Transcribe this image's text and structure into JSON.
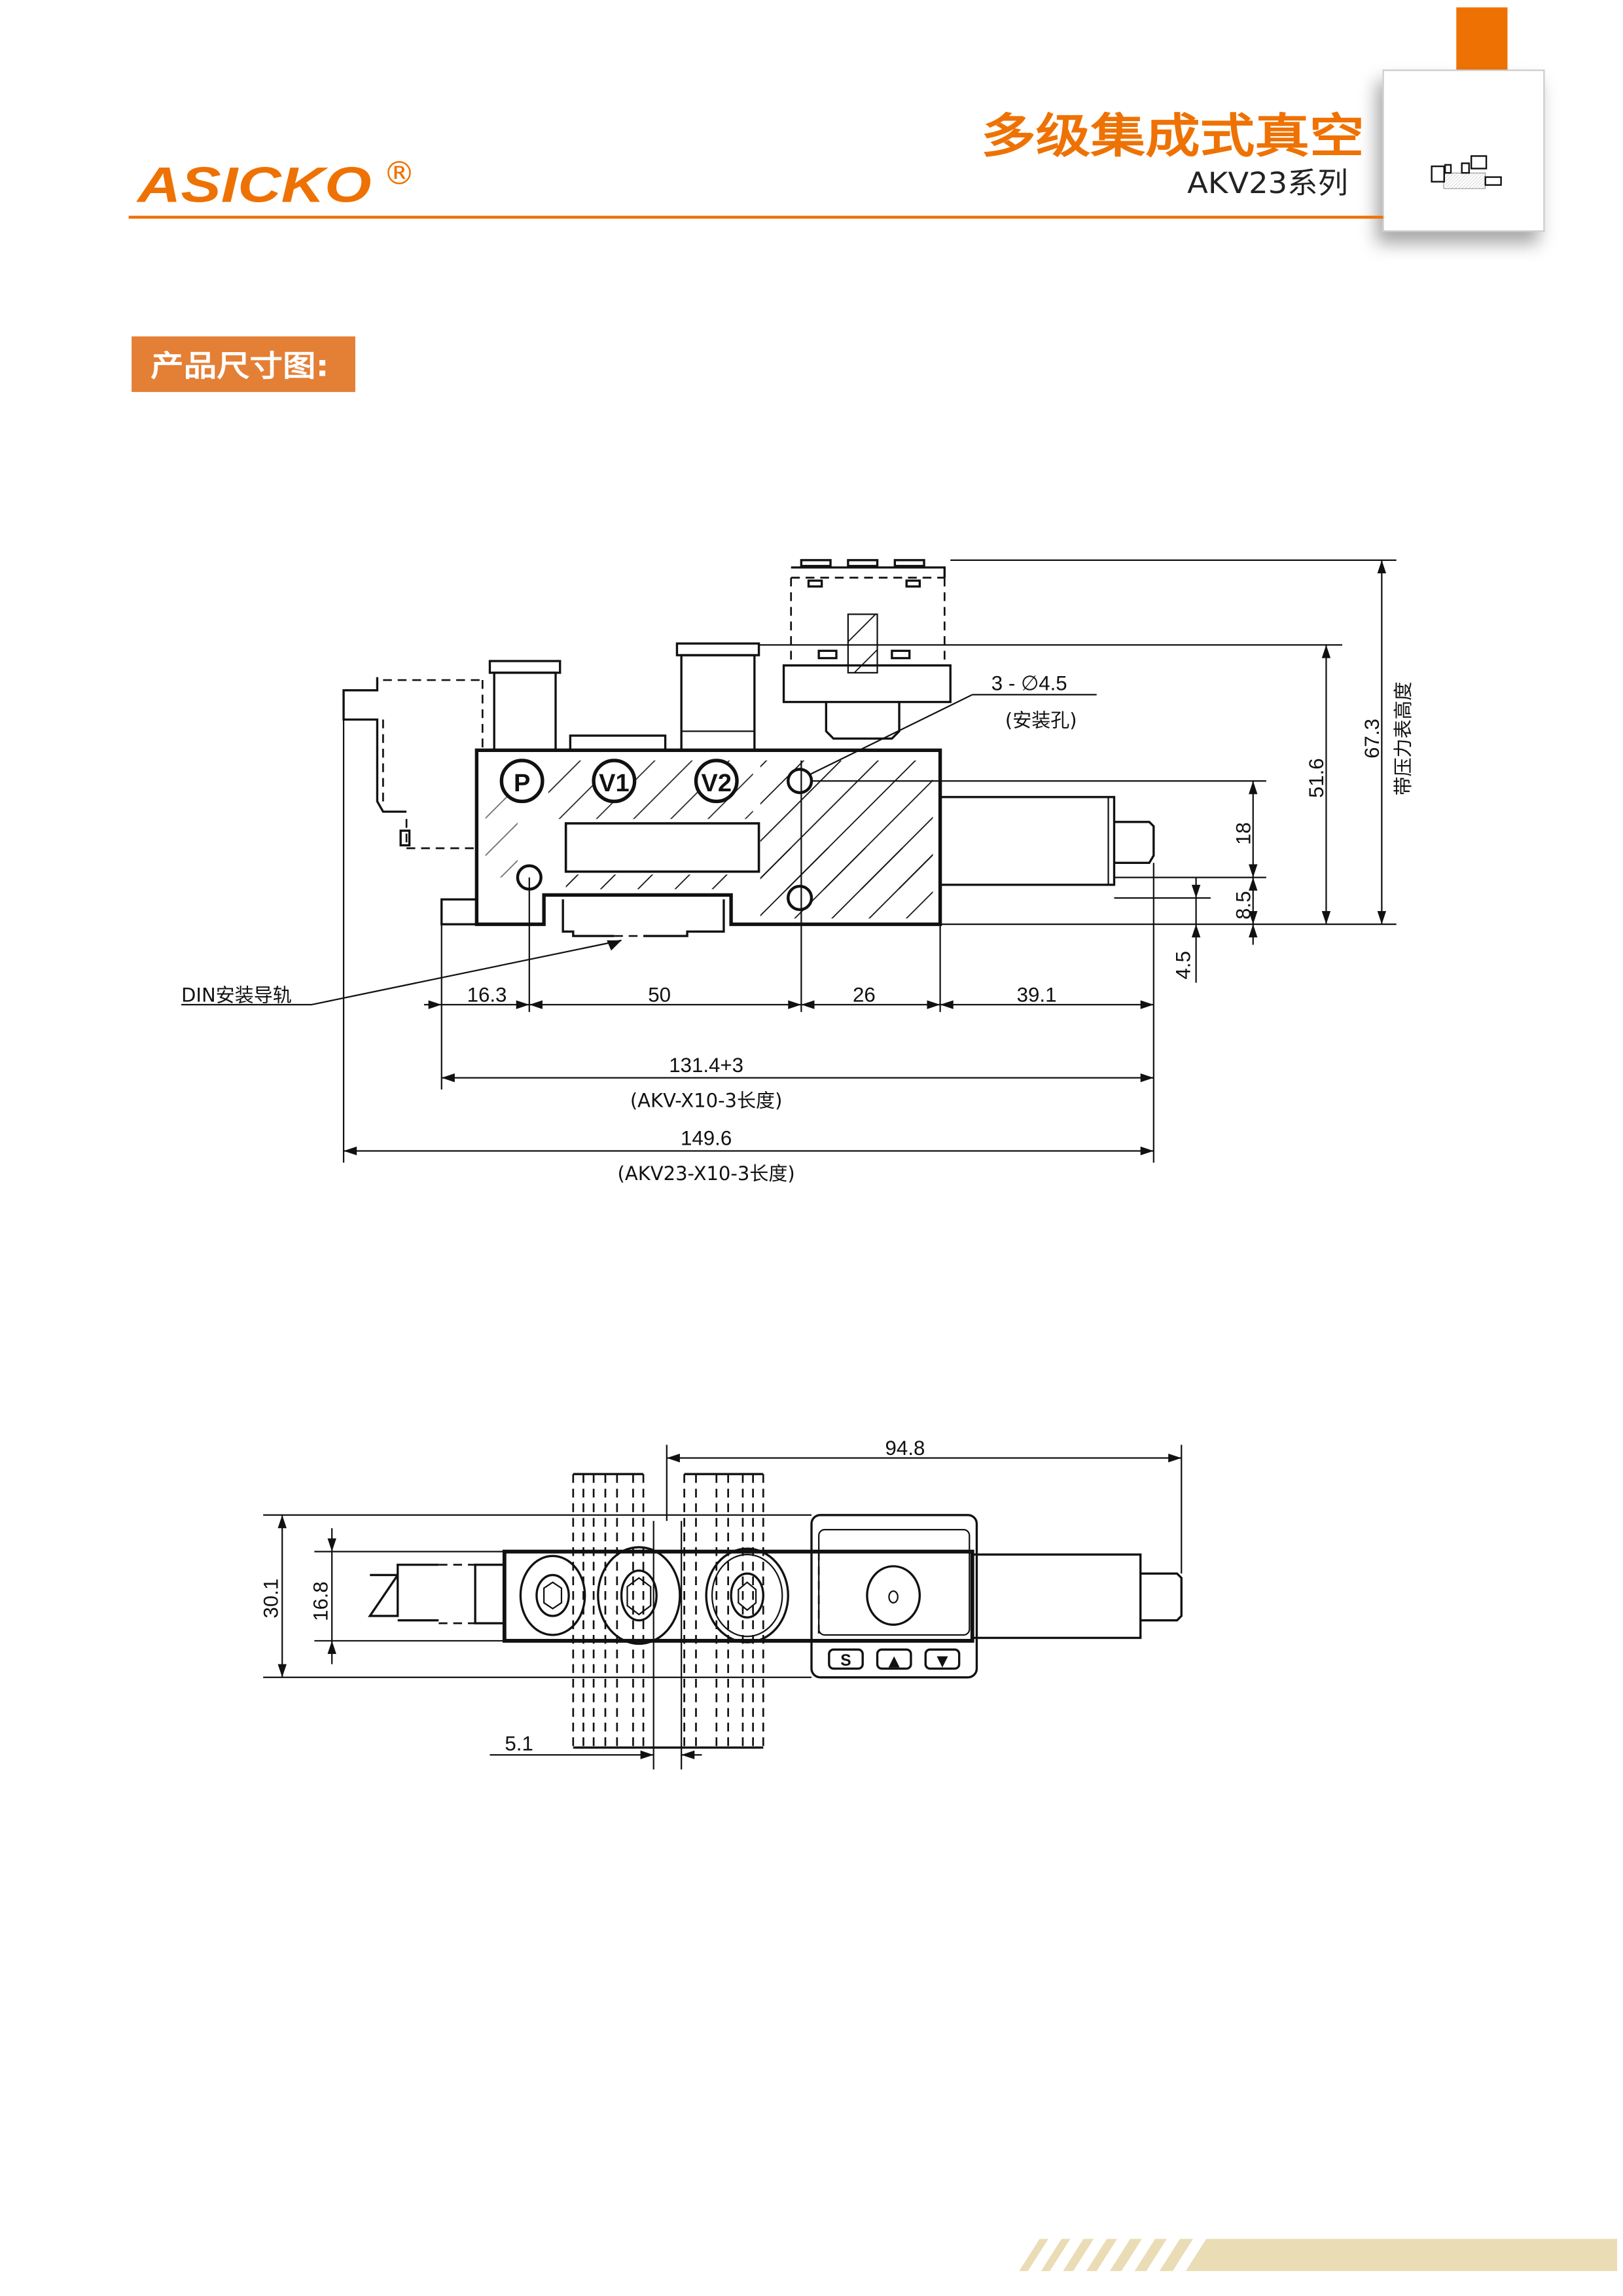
{
  "header": {
    "logo": "ASICKO",
    "registered_mark": "®",
    "title": "多级集成式真空",
    "subtitle": "AKV23系列"
  },
  "section": {
    "title": "产品尺寸图:"
  },
  "colors": {
    "brand_orange": "#EE7203",
    "badge_orange": "#E47F36",
    "footer_beige": "#EADCB5",
    "line": "#111111"
  },
  "side_view": {
    "ports": [
      "P",
      "V1",
      "V2"
    ],
    "mounting_hole_label": "3 - ∅4.5",
    "mounting_hole_note": "(安装孔)",
    "din_rail_label": "DIN安装导轨",
    "dims": {
      "d1": "16.3",
      "d2": "50",
      "d3": "26",
      "d4": "39.1",
      "akv_length": "131.4+3",
      "akv_length_note": "(AKV-X10-3长度)",
      "akv23_length": "149.6",
      "akv23_length_note": "(AKV23-X10-3长度)",
      "h18": "18",
      "h8_5": "8.5",
      "h4_5": "4.5",
      "h51_6": "51.6",
      "h67_3": "67.3",
      "gauge_height_note": "带压力表高度"
    }
  },
  "top_view": {
    "dims": {
      "width": "94.8",
      "h30_1": "30.1",
      "h16_8": "16.8",
      "w5_1": "5.1"
    },
    "buttons": [
      "S",
      "▲",
      "▼"
    ]
  }
}
